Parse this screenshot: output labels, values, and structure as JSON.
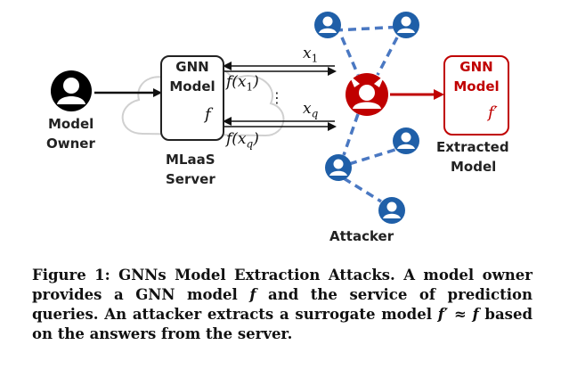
{
  "figure": {
    "owner_label_line1": "Model",
    "owner_label_line2": "Owner",
    "server_box_line1": "GNN",
    "server_box_line2": "Model",
    "server_f": "f",
    "server_label_line1": "MLaaS",
    "server_label_line2": "Server",
    "query_x1": "x",
    "query_x1_sub": "1",
    "query_xq": "x",
    "query_xq_sub": "q",
    "answer_f1": "f(x",
    "answer_f1_sub": "1",
    "answer_f1_end": ")",
    "answer_fq": "f(x",
    "answer_fq_sub": "q",
    "answer_fq_end": ")",
    "ellipsis": "⋮",
    "attacker_label": "Attacker",
    "extracted_box_line1": "GNN",
    "extracted_box_line2": "Model",
    "extracted_f": "f′",
    "extracted_label_line1": "Extracted",
    "extracted_label_line2": "Model"
  },
  "caption": {
    "prefix": "Figure 1: GNNs Model Extraction Attacks. A model owner provides a GNN model ",
    "f1": "f",
    "mid1": " and the service of prediction queries. An attacker extracts a surrogate model ",
    "fprime": "f′",
    "approx": " ≈ ",
    "f2": "f",
    "suffix": " based on the answers from the server."
  },
  "colors": {
    "attacker_red": "#c00000",
    "node_blue": "#1f5fa8",
    "dash_blue": "#4a78c2",
    "owner_black": "#000000"
  },
  "icons": [
    "user-icon",
    "devil-icon",
    "neural-network-icon",
    "cloud-icon"
  ]
}
